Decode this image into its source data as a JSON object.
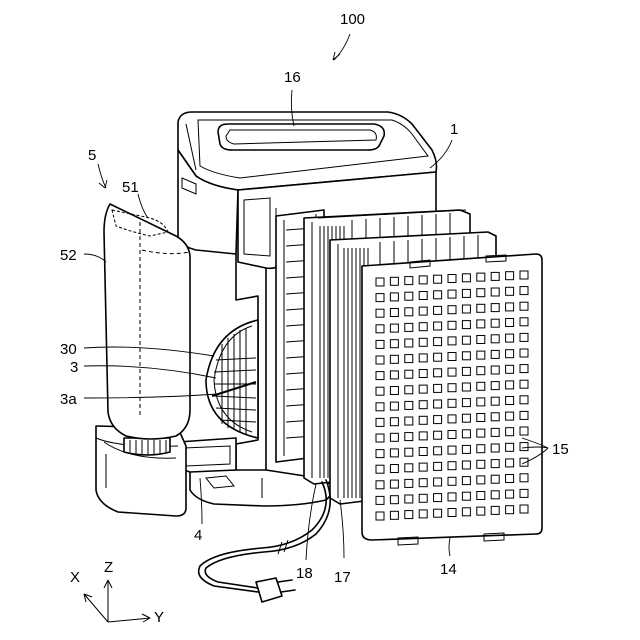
{
  "labels": {
    "assembly": "100",
    "main_body": "1",
    "handle": "16",
    "tank_unit": "5",
    "tank_cap": "51",
    "tank": "52",
    "fan_cover": "30",
    "fan": "3",
    "fan_blade": "3a",
    "tray": "4",
    "panel_holes": "15",
    "front_panel": "14",
    "filter_front": "17",
    "filter_rear": "18"
  },
  "axes": {
    "x": "X",
    "y": "Y",
    "z": "Z"
  }
}
